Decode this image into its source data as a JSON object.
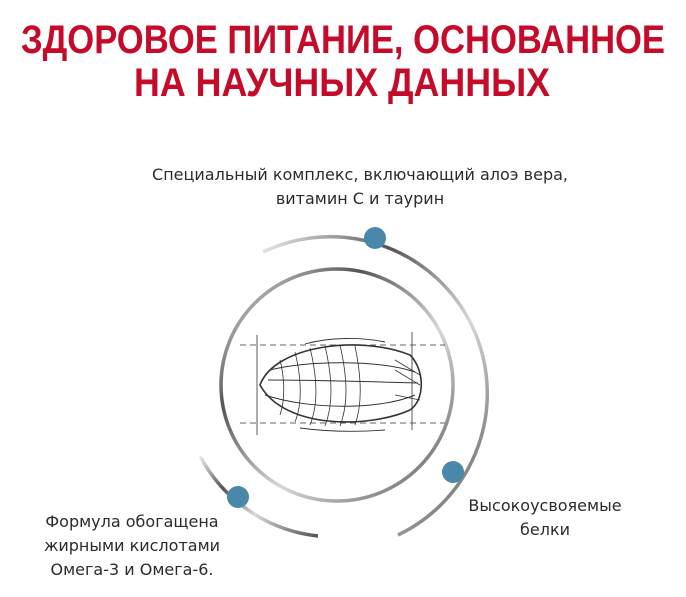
{
  "title": {
    "line1": "ЗДОРОВОЕ ПИТАНИЕ, ОСНОВАННОЕ",
    "line2": "НА НАУЧНЫХ ДАННЫХ",
    "color": "#c40c2a"
  },
  "features": {
    "top": {
      "line1": "Специальный комплекс, включающий алоэ вера,",
      "line2": "витамин С и таурин"
    },
    "right": {
      "line1": "Высокоусвояемые",
      "line2": "белки"
    },
    "left": {
      "line1": "Формула обогащена",
      "line2": "жирными кислотами",
      "line3": "Омега-3 и Омега-6."
    }
  },
  "colors": {
    "dot": "#4a88aa",
    "ring": "#8a8a8a"
  }
}
